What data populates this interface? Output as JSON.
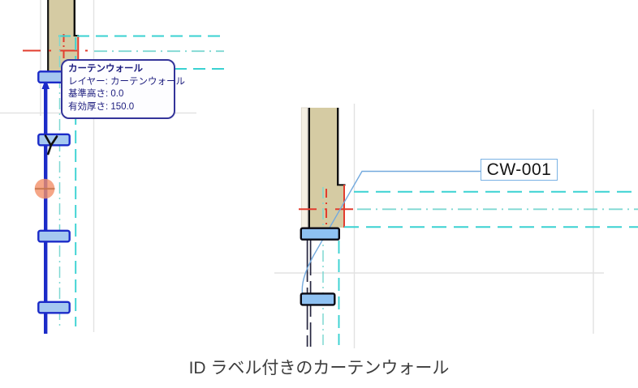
{
  "tooltip": {
    "lines": [
      "カーテンウォール",
      "レイヤー: カーテンウォール",
      "基準高さ: 0.0",
      "有効厚さ: 150.0"
    ]
  },
  "id_label": {
    "text": "CW-001"
  },
  "caption": "ID ラベル付きのカーテンウォール",
  "icons": [
    "mercedes-cursor-icon",
    "highlight-dot",
    "wall-direction-arrow"
  ],
  "colors": {
    "wall_fill": "#d5cba3",
    "wall_layer_fill": "#f4efe3",
    "wall_edge": "#101010",
    "axis_red": "#e23c2e",
    "grid_cyan": "#3ad2d2",
    "grid_teal": "#7fd8d2",
    "curtain_blue": "#1b2bc8",
    "mullion_fill": "#a5c8f0",
    "mullion_fill_right": "#8ec1f2",
    "mullion_edge_right": "#0a0a14",
    "frame_dark": "#262640",
    "leader_blue": "#74aade",
    "label_border": "#7ab2e4",
    "tooltip_border": "#34349a",
    "tooltip_bg": "#fdfdff",
    "tooltip_text": "#1d1d7e",
    "highlight_orange": "#f29069",
    "highlight_stroke": "#c8774e",
    "guide_gray": "#e2e2e2",
    "caption_text": "#3d3d3d"
  }
}
